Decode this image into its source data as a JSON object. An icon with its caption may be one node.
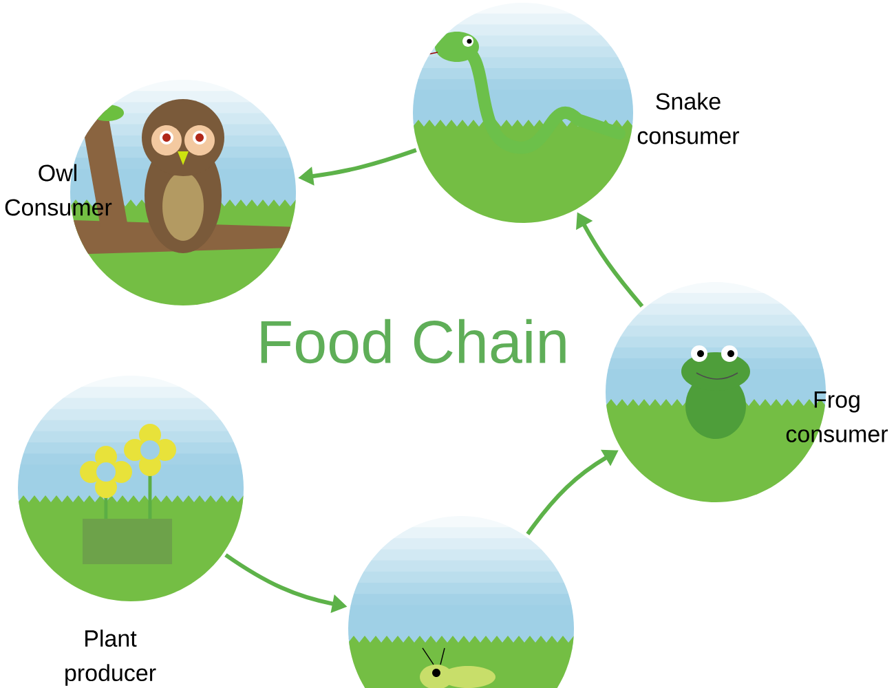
{
  "diagram": {
    "title": "Food Chain",
    "nodes": [
      {
        "text": [],
        "shape": "picture",
        "beside": [
          "Snake consumer"
        ]
      },
      {
        "text": [],
        "shape": "picture",
        "beside": [
          "Owl Consumer"
        ]
      },
      {
        "text": [],
        "shape": "picture",
        "beside": [
          "Frog consumer"
        ]
      },
      {
        "text": [],
        "shape": "picture",
        "beside": [
          "Plant producer"
        ]
      },
      {
        "text": [],
        "shape": "picture"
      }
    ],
    "edges": [
      {
        "from": 3,
        "to": 4,
        "arrow": "to"
      },
      {
        "from": 4,
        "to": 2,
        "arrow": "to"
      },
      {
        "from": 2,
        "to": 0,
        "arrow": "to"
      },
      {
        "from": 0,
        "to": 1,
        "arrow": "to"
      }
    ]
  }
}
